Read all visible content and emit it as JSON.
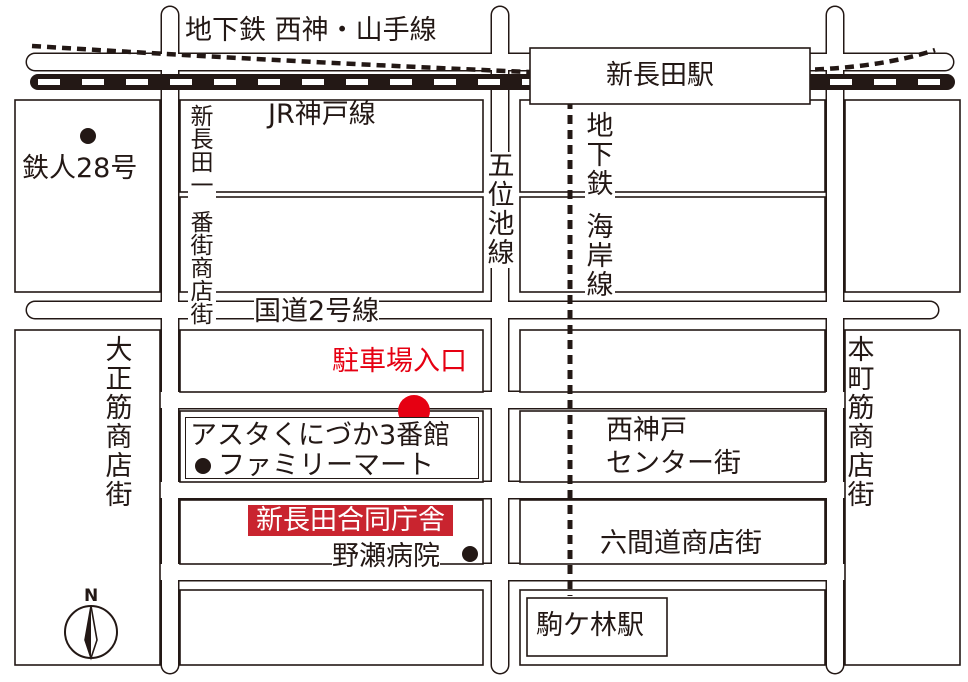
{
  "colors": {
    "ink": "#231815",
    "accent_red": "#e60012",
    "office_fill": "#c9242f",
    "background": "#ffffff"
  },
  "railways": {
    "subway_seishin_yamate": "地下鉄 西神・山手線",
    "jr_kobe": "JR神戸線",
    "subway_kaigan": [
      "地",
      "下",
      "鉄",
      "",
      "海",
      "岸",
      "線"
    ]
  },
  "stations": {
    "shin_nagata": "新長田駅",
    "komagabayashi": "駒ケ林駅"
  },
  "roads": {
    "kokudo2": "国道2号線",
    "goichi": [
      "五",
      "位",
      "池",
      "線"
    ]
  },
  "shopping_streets": {
    "shin_nagata_1": [
      "新",
      "長",
      "田",
      "一",
      "",
      "番",
      "街",
      "商",
      "店",
      "街"
    ],
    "taisho_suji": [
      "大",
      "正",
      "筋",
      "商",
      "店",
      "街"
    ],
    "honmachi_suji": [
      "本",
      "町",
      "筋",
      "商",
      "店",
      "街"
    ],
    "nishi_kobe_center_line1": "西神戸",
    "nishi_kobe_center_line2": "センター街",
    "rokkenmichi": "六間道商店街"
  },
  "landmarks": {
    "tetsujin": "鉄人28号",
    "asta_building": "アスタくにづか3番館",
    "family_mart": "ファミリーマート",
    "government_office": "新長田合同庁舎",
    "noze_hospital": "野瀬病院",
    "parking_entrance": "駐車場入口"
  },
  "compass": {
    "north": "N"
  }
}
